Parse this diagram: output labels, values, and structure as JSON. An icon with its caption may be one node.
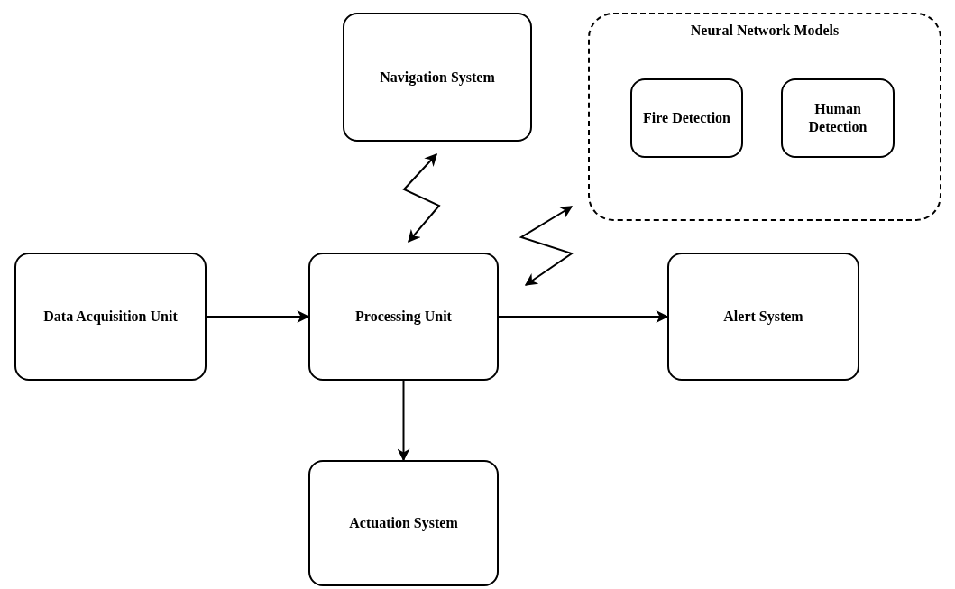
{
  "diagram": {
    "nodes": [
      {
        "text": [
          "Navigation System"
        ]
      },
      {
        "text": [
          "Neural Network Models"
        ]
      },
      {
        "text": [
          "Fire Detection"
        ],
        "in": 1
      },
      {
        "text": [
          "Human Detection"
        ],
        "in": 1
      },
      {
        "text": [
          "Data Acquisition Unit"
        ]
      },
      {
        "text": [
          "Processing Unit"
        ]
      },
      {
        "text": [
          "Alert System"
        ]
      },
      {
        "text": [
          "Actuation System"
        ]
      }
    ],
    "edges": [
      {
        "from": 4,
        "to": 5,
        "arrow": "to"
      },
      {
        "from": 5,
        "to": 6,
        "arrow": "to"
      },
      {
        "from": 5,
        "to": 7,
        "arrow": "to"
      },
      {
        "from": 5,
        "to": 0,
        "arrow": "both"
      },
      {
        "from": 5,
        "to": 1,
        "arrow": "both"
      }
    ]
  }
}
